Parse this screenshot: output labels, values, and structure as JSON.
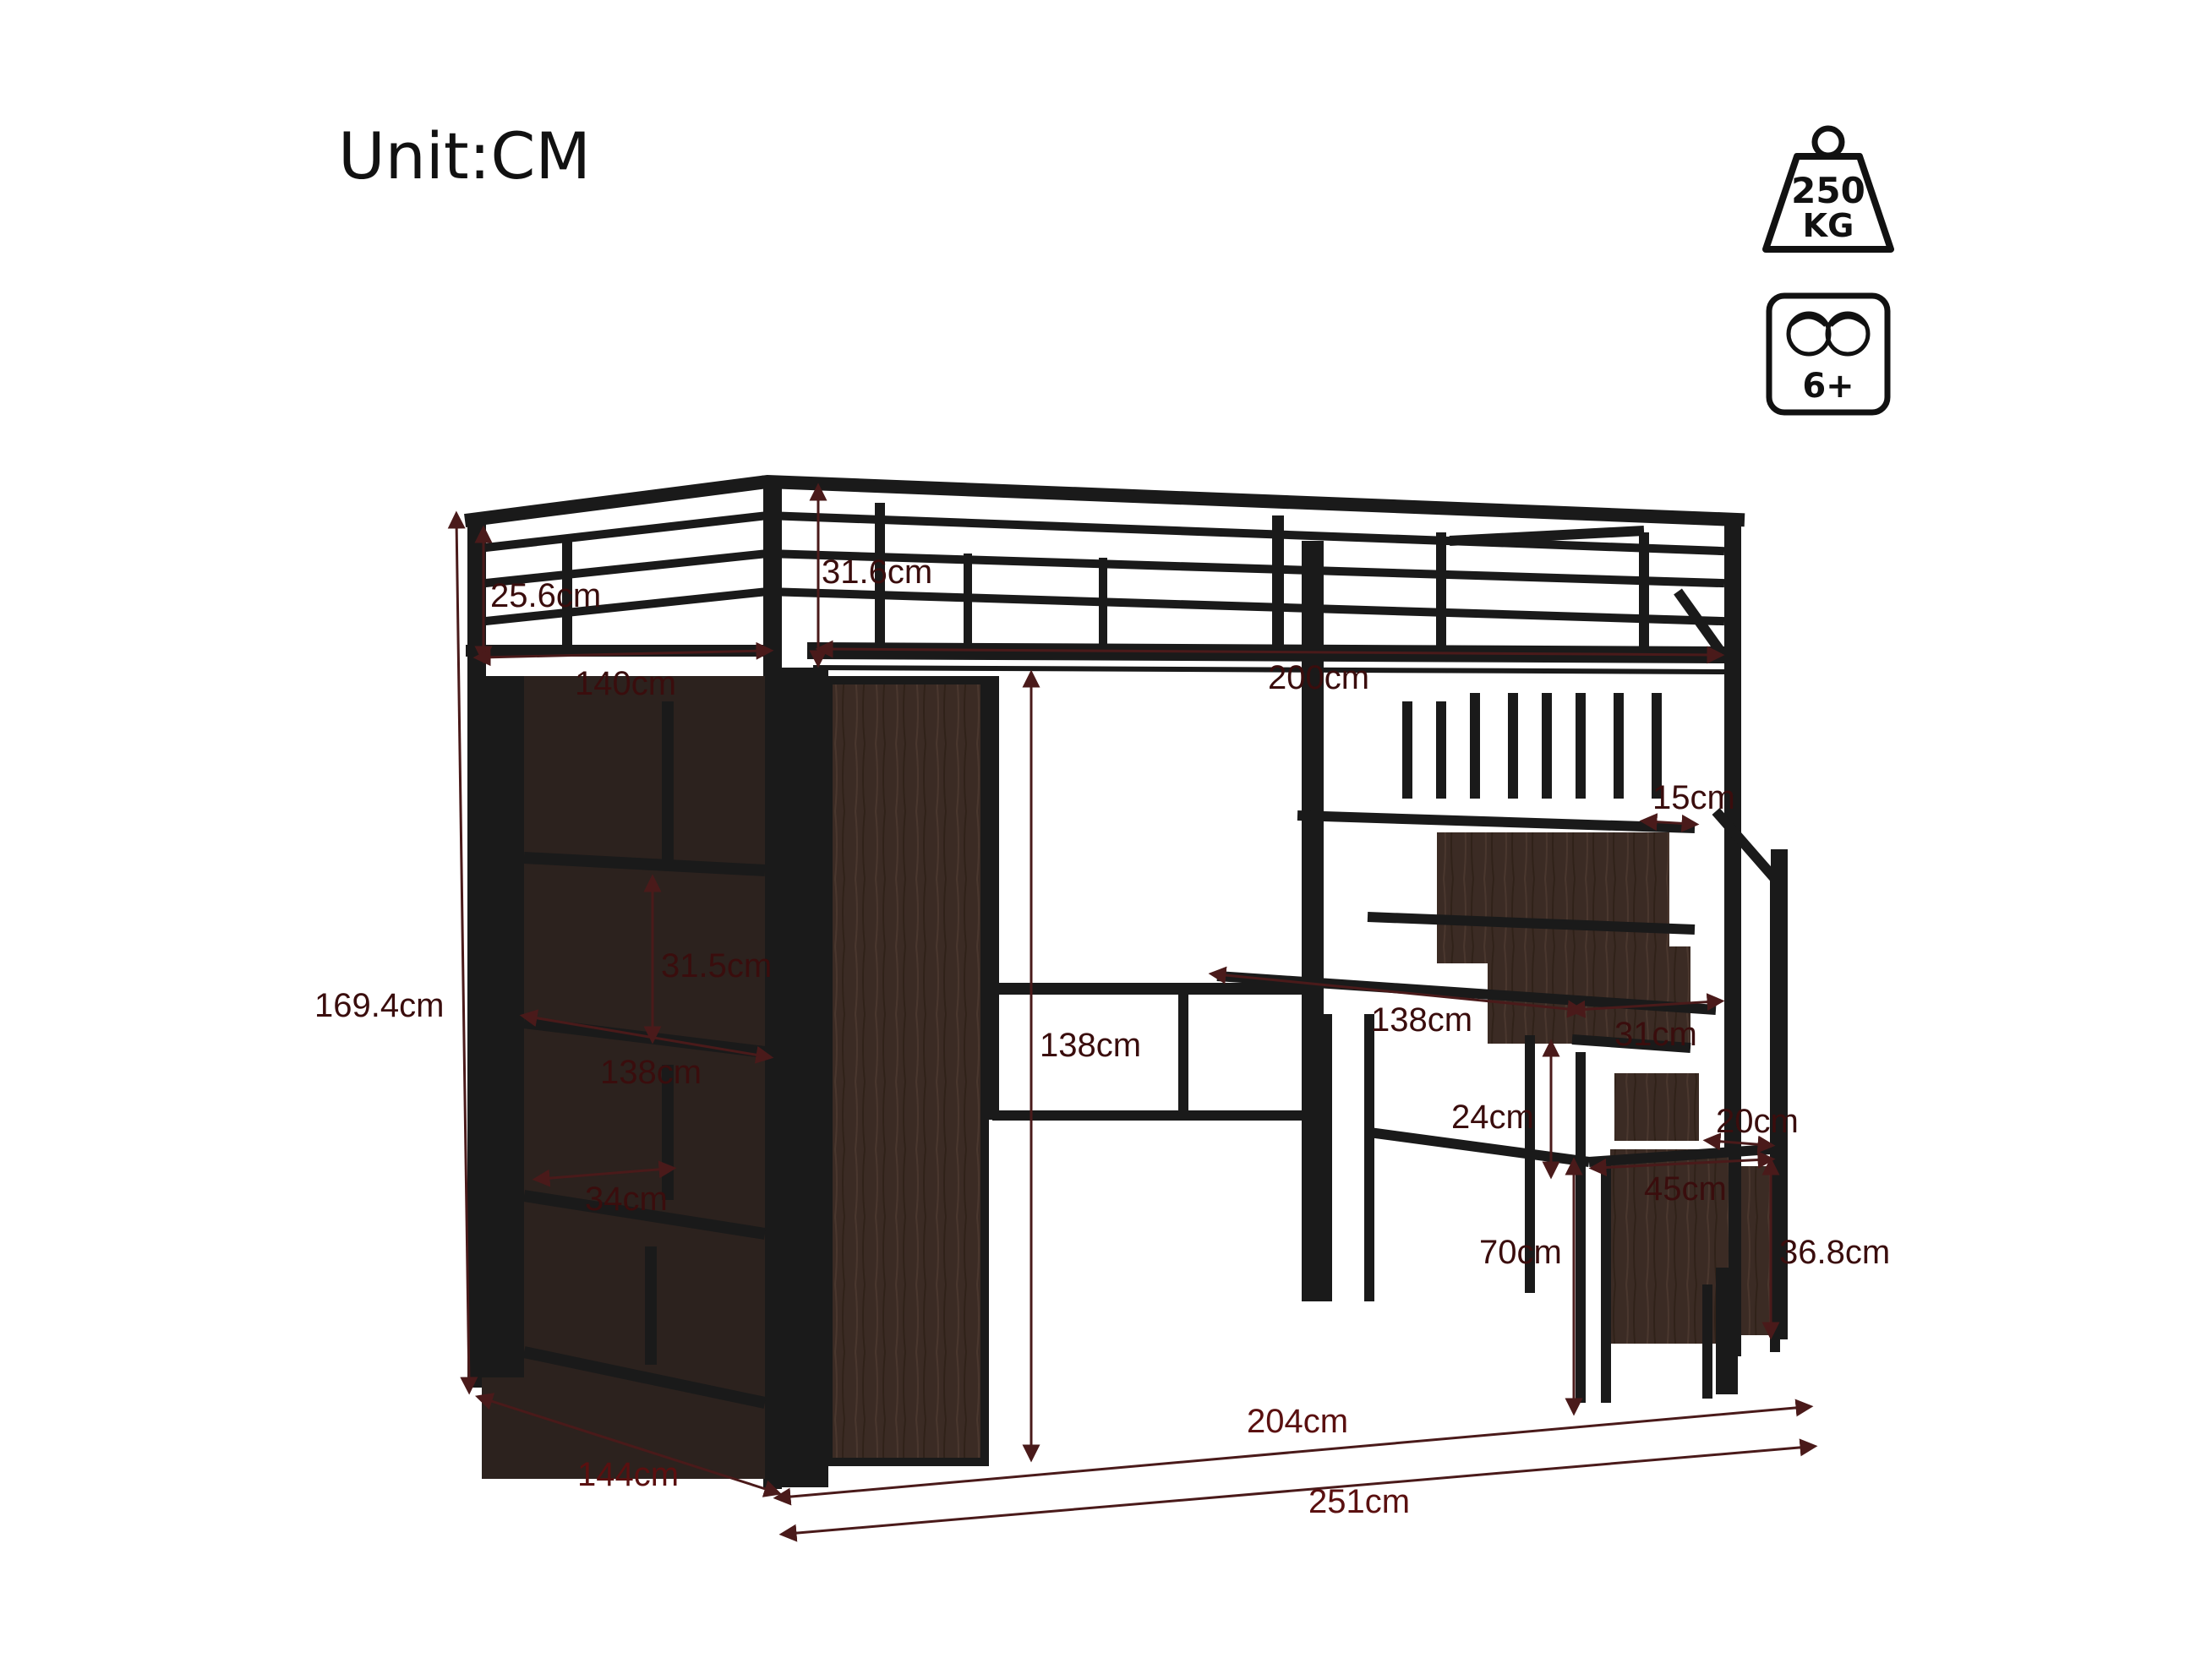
{
  "unit_label": "Unit:CM",
  "badges": {
    "weight_value": "250",
    "weight_unit": "KG",
    "age": "6+"
  },
  "dimensions": {
    "top_guard_height_left": "25.6cm",
    "top_guard_height_right": "31.6cm",
    "bed_width": "140cm",
    "bed_length": "200cm",
    "overall_height": "169.4cm",
    "shelf_height": "31.5cm",
    "shelf_length": "138cm",
    "shelf_depth": "34cm",
    "under_bed_clearance": "138cm",
    "step_depth": "15cm",
    "desk_length": "138cm",
    "desk_depth": "31cm",
    "lower_shelf_gap": "24cm",
    "desk_height": "70cm",
    "stair_step_small": "20cm",
    "stair_width": "45cm",
    "bottom_step_height": "36.8cm",
    "overall_depth": "144cm",
    "frame_length": "204cm",
    "overall_length": "251cm"
  },
  "colors": {
    "frame": "#1a1a1a",
    "wood": "#3b2b24",
    "dimension_line": "#4a1a1a",
    "text": "#111111"
  },
  "icons": [
    "weight-icon",
    "children-age-icon"
  ]
}
